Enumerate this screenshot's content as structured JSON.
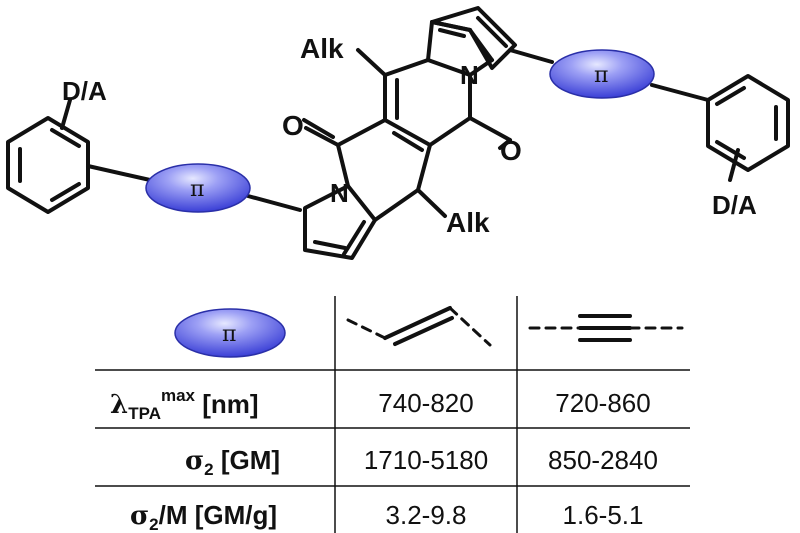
{
  "structure": {
    "substituent_label": "D/A",
    "alkyl_label": "Alk",
    "oxygen_label": "O",
    "nitrogen_label": "N",
    "pi_label": "π"
  },
  "colors": {
    "pi_bridge_fill": "#5a5ee8",
    "pi_bridge_highlight": "#d8daff",
    "ink": "#111111"
  },
  "table": {
    "header_icons": [
      "pi-bridge-icon",
      "trans-alkene-icon",
      "alkyne-icon"
    ],
    "rows": [
      {
        "label_symbol": "λ",
        "label_subscript": "TPA",
        "label_superscript": "max",
        "label_unit": " [nm]",
        "alkene": "740-820",
        "alkyne": "720-860"
      },
      {
        "label_symbol": "σ",
        "label_subscript": "2",
        "label_unit": " [GM]",
        "alkene": "1710-5180",
        "alkyne": "850-2840"
      },
      {
        "label_symbol": "σ",
        "label_subscript": "2",
        "label_unit": "/M [GM/g]",
        "alkene": "3.2-9.8",
        "alkyne": "1.6-5.1"
      }
    ]
  }
}
